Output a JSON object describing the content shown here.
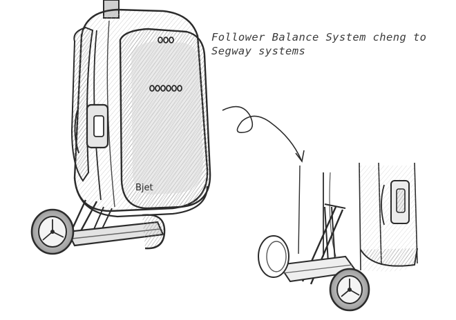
{
  "caption": {
    "line1": "Follower Balance System cheng to",
    "line2": "Segway systems"
  },
  "logo_text": "Bjet",
  "colors": {
    "ink": "#2b2b2b",
    "shade": "#c9c9c9",
    "shade_dark": "#9a9a9a",
    "paper": "#ffffff"
  }
}
